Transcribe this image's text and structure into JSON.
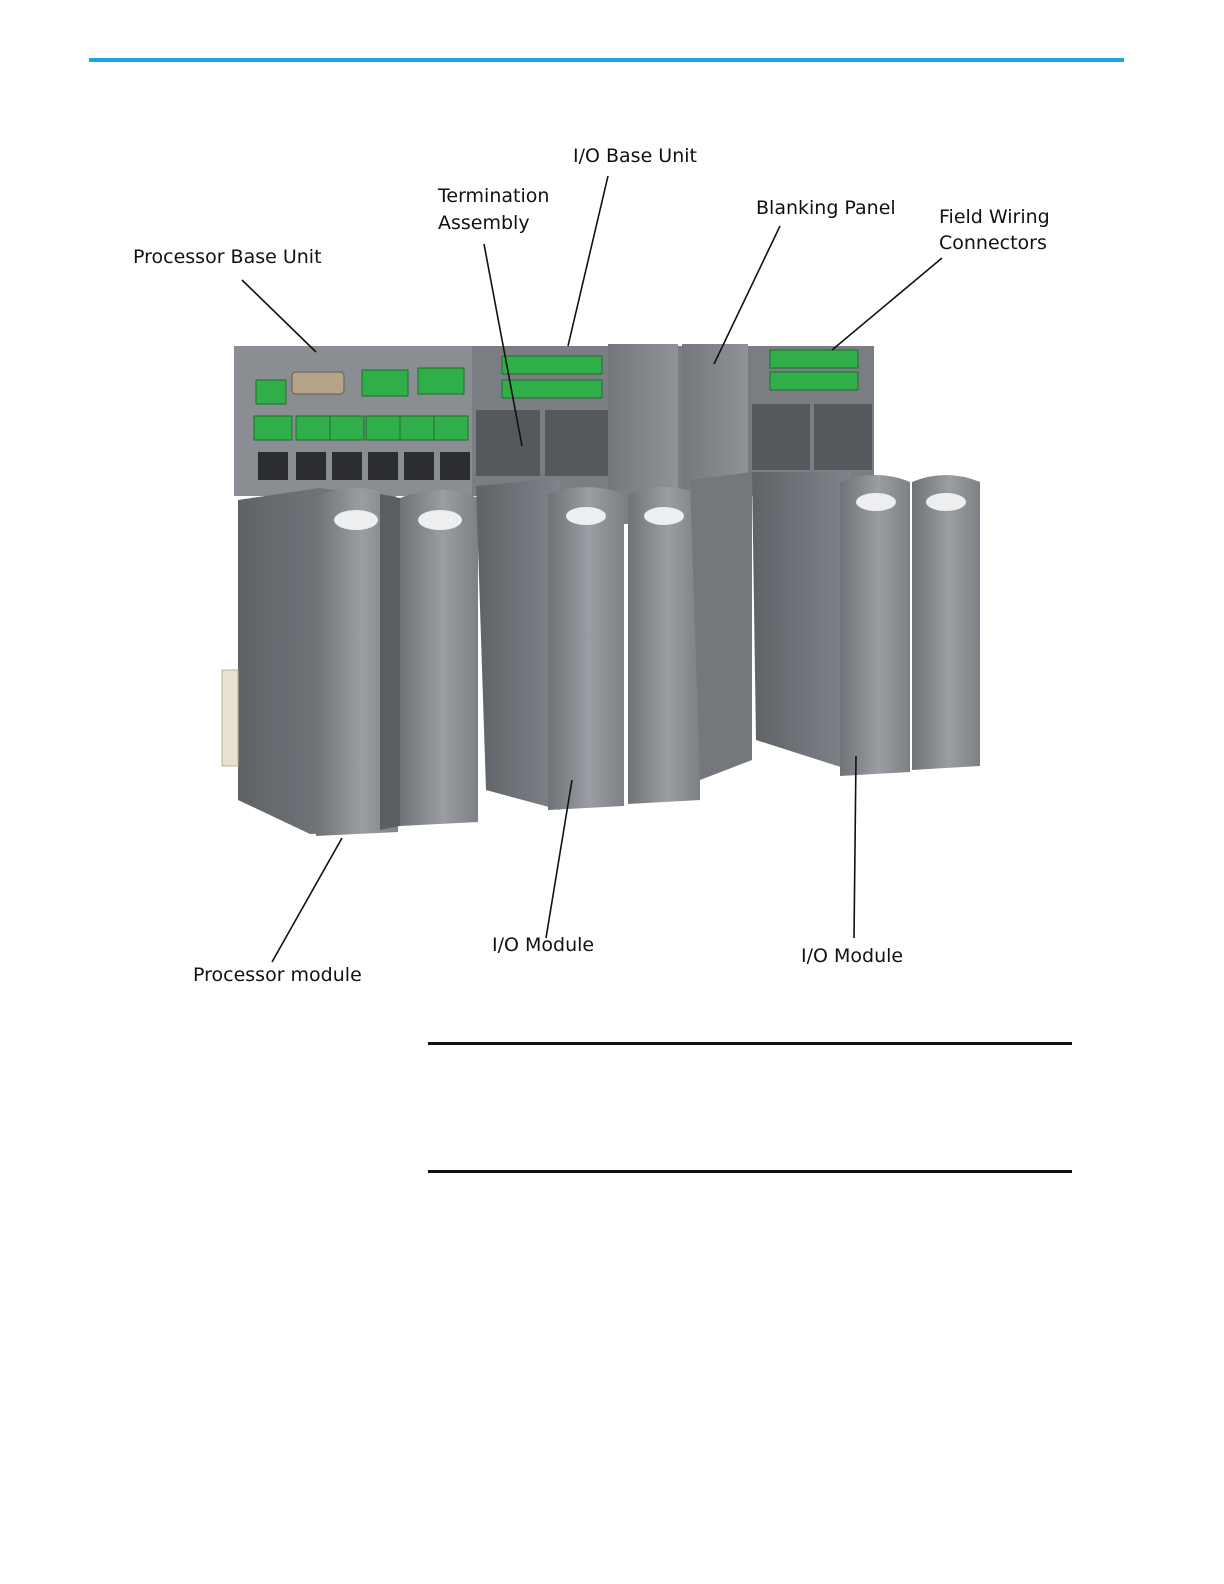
{
  "colors": {
    "accent_rule": "#1aa7de"
  },
  "figure": {
    "labels": {
      "io_base_unit": "I/O Base Unit",
      "termination_assembly_line1": "Termination",
      "termination_assembly_line2": "Assembly",
      "blanking_panel": "Blanking Panel",
      "field_wiring_line1": "Field Wiring",
      "field_wiring_line2": "Connectors",
      "processor_base_unit": "Processor Base Unit",
      "processor_module": "Processor module",
      "io_module_center": "I/O Module",
      "io_module_right": "I/O Module"
    }
  }
}
